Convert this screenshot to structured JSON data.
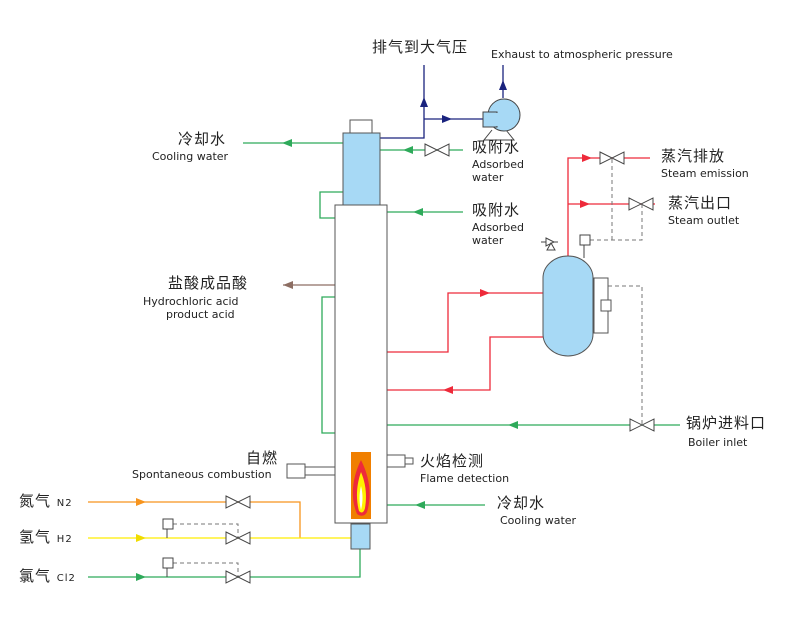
{
  "colors": {
    "exhaust": "#1a237e",
    "water": "#2eaa5a",
    "steam": "#ee2a3a",
    "acid": "#8d6e63",
    "n2": "#f7941d",
    "h2": "#ffee00",
    "cl2": "#2eaa5a",
    "vessel": "#a7d9f5",
    "flame_box": "#f07f00"
  },
  "labels": {
    "exhaust_zh": "排气到大气压",
    "exhaust_en": "Exhaust to atmospheric pressure",
    "cooling_out_zh": "冷却水",
    "cooling_out_en": "Cooling water",
    "adsorbed1_zh": "吸附水",
    "adsorbed1_en1": "Adsorbed",
    "adsorbed1_en2": "water",
    "adsorbed2_zh": "吸附水",
    "adsorbed2_en1": "Adsorbed",
    "adsorbed2_en2": "water",
    "steam_emission_zh": "蒸汽排放",
    "steam_emission_en": "Steam emission",
    "steam_outlet_zh": "蒸汽出口",
    "steam_outlet_en": "Steam outlet",
    "hcl_zh": "盐酸成品酸",
    "hcl_en1": "Hydrochloric acid",
    "hcl_en2": "product acid",
    "boiler_zh": "锅炉进料口",
    "boiler_en": "Boiler inlet",
    "spont_zh": "自燃",
    "spont_en": "Spontaneous combustion",
    "flame_zh": "火焰检测",
    "flame_en": "Flame detection",
    "cooling_in_zh": "冷却水",
    "cooling_in_en": "Cooling water",
    "n2_zh": "氮气",
    "n2_sub": "N2",
    "h2_zh": "氢气",
    "h2_sub": "H2",
    "cl2_zh": "氯气",
    "cl2_sub": "Cl2"
  }
}
